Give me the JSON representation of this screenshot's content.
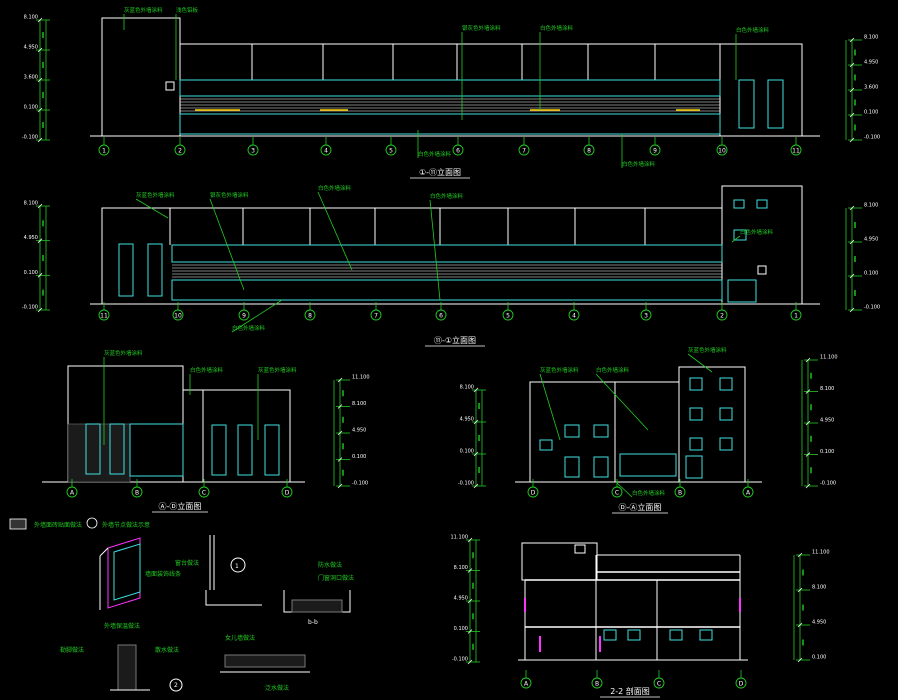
{
  "colors": {
    "background": "#000000",
    "outline": "#ffffff",
    "window": "#3fe0e0",
    "leader": "#22cc22",
    "dimension": "#22cc22",
    "highlight": "#ffd400",
    "magenta": "#ff33ff",
    "text": "#ffffff"
  },
  "elev_1": {
    "title": "①-⑪立面图",
    "axes": [
      "1",
      "2",
      "3",
      "4",
      "5",
      "6",
      "7",
      "8",
      "9",
      "10",
      "11"
    ],
    "dims_left": [
      "8.100",
      "4.950",
      "3.600",
      "0.100",
      "-0.100"
    ],
    "dims_right": [
      "8.100",
      "4.950",
      "3.600",
      "0.100",
      "-0.100"
    ],
    "notes": [
      "灰蓝色外墙涂料",
      "浅色铝板",
      "银灰色外墙涂料",
      "白色外墙涂料",
      "白色外墙涂料",
      "白色外墙涂料",
      "白色外墙涂料"
    ]
  },
  "elev_2": {
    "title": "⑪-①立面图",
    "axes": [
      "11",
      "10",
      "9",
      "8",
      "7",
      "6",
      "5",
      "4",
      "3",
      "2",
      "1"
    ],
    "dims_left": [
      "8.100",
      "4.950",
      "0.100",
      "-0.100"
    ],
    "dims_right": [
      "8.100",
      "4.950",
      "0.100",
      "-0.100"
    ],
    "notes": [
      "灰蓝色外墙涂料",
      "银灰色外墙涂料",
      "白色外墙涂料",
      "白色外墙涂料",
      "白色外墙涂料",
      "白色外墙涂料"
    ]
  },
  "elev_3": {
    "title": "Ⓐ-Ⓓ立面图",
    "axes": [
      "A",
      "B",
      "C",
      "D"
    ],
    "dims": [
      "11.100",
      "8.100",
      "4.950",
      "0.100",
      "-0.100"
    ],
    "notes": [
      "灰蓝色外墙涂料",
      "白色外墙涂料",
      "灰蓝色外墙涂料"
    ]
  },
  "elev_4": {
    "title": "Ⓓ-Ⓐ立面图",
    "axes": [
      "D",
      "C",
      "B",
      "A"
    ],
    "dims_left": [
      "8.100",
      "4.950",
      "0.100",
      "-0.100"
    ],
    "dims_right": [
      "11.100",
      "8.100",
      "4.950",
      "0.100",
      "-0.100"
    ],
    "notes": [
      "灰蓝色外墙涂料",
      "白色外墙涂料",
      "灰蓝色外墙涂料",
      "白色外墙涂料"
    ]
  },
  "legend": {
    "hatch_label": "外墙面砖贴面做法",
    "section_label": "外墙节点做法示意"
  },
  "details": {
    "labels": [
      "墙面装饰线条",
      "外墙保温做法",
      "散水做法",
      "勒脚做法",
      "窗台做法",
      "防水做法",
      "门窗洞口做法",
      "女儿墙做法",
      "泛水做法"
    ],
    "tags": [
      "1",
      "2",
      "b-b"
    ]
  },
  "section": {
    "title": "2-2 剖面图",
    "axes": [
      "A",
      "B",
      "C",
      "D"
    ],
    "dims_left": [
      "11.100",
      "8.100",
      "4.950",
      "0.100",
      "-0.100"
    ],
    "dims_right": [
      "11.100",
      "8.100",
      "4.950",
      "0.100"
    ]
  }
}
